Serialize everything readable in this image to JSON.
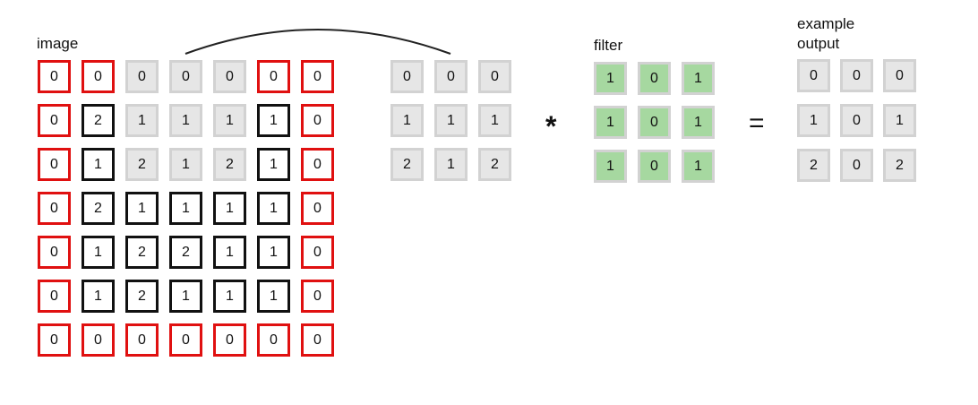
{
  "labels": {
    "image": "image",
    "filter": "filter",
    "output_line1": "example",
    "output_line2": "output"
  },
  "operators": {
    "convolve": "*",
    "equals": "="
  },
  "image": {
    "values": [
      [
        "0",
        "0",
        "0",
        "0",
        "0",
        "0",
        "0"
      ],
      [
        "0",
        "2",
        "1",
        "1",
        "1",
        "1",
        "0"
      ],
      [
        "0",
        "1",
        "2",
        "1",
        "2",
        "1",
        "0"
      ],
      [
        "0",
        "2",
        "1",
        "1",
        "1",
        "1",
        "0"
      ],
      [
        "0",
        "1",
        "2",
        "2",
        "1",
        "1",
        "0"
      ],
      [
        "0",
        "1",
        "2",
        "1",
        "1",
        "1",
        "0"
      ],
      [
        "0",
        "0",
        "0",
        "0",
        "0",
        "0",
        "0"
      ]
    ],
    "styles": [
      [
        "pad",
        "pad",
        "light",
        "light",
        "light",
        "pad",
        "pad"
      ],
      [
        "pad",
        "dark",
        "light",
        "light",
        "light",
        "dark",
        "pad"
      ],
      [
        "pad",
        "dark",
        "light",
        "light",
        "light",
        "dark",
        "pad"
      ],
      [
        "pad",
        "dark",
        "dark",
        "dark",
        "dark",
        "dark",
        "pad"
      ],
      [
        "pad",
        "dark",
        "dark",
        "dark",
        "dark",
        "dark",
        "pad"
      ],
      [
        "pad",
        "dark",
        "dark",
        "dark",
        "dark",
        "dark",
        "pad"
      ],
      [
        "pad",
        "pad",
        "pad",
        "pad",
        "pad",
        "pad",
        "pad"
      ]
    ]
  },
  "patch": {
    "values": [
      [
        "0",
        "0",
        "0"
      ],
      [
        "1",
        "1",
        "1"
      ],
      [
        "2",
        "1",
        "2"
      ]
    ]
  },
  "filter": {
    "values": [
      [
        "1",
        "0",
        "1"
      ],
      [
        "1",
        "0",
        "1"
      ],
      [
        "1",
        "0",
        "1"
      ]
    ]
  },
  "output": {
    "values": [
      [
        "0",
        "0",
        "0"
      ],
      [
        "1",
        "0",
        "1"
      ],
      [
        "2",
        "0",
        "2"
      ]
    ]
  },
  "colors": {
    "pad_border": "#e01010",
    "dark_border": "#111111",
    "light_fill": "#e6e6e6",
    "filter_fill": "#a6d8a0"
  }
}
